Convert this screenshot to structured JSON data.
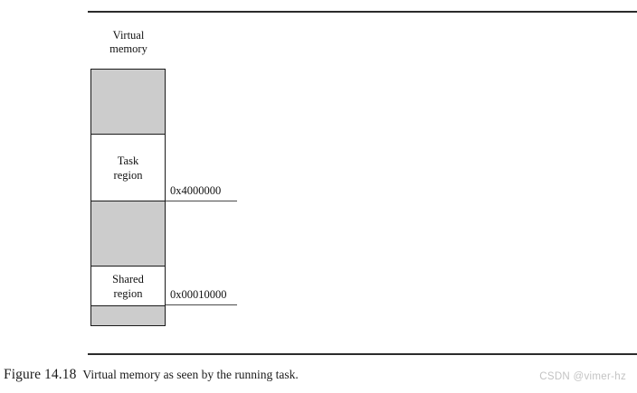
{
  "figure": {
    "heading_line1": "Virtual",
    "heading_line2": "memory",
    "caption_number": "Figure 14.18",
    "caption_text": "Virtual memory as seen by the running task.",
    "watermark": "CSDN @vimer-hz",
    "colors": {
      "segment_fill": "#cccccc",
      "segment_empty": "#ffffff",
      "border": "#1a1a1a",
      "rule": "#2b2b2b",
      "leader": "#4a4a4a",
      "watermark": "#c3c3c3"
    },
    "segments": [
      {
        "label_line1": "",
        "label_line2": "",
        "fill": "gray"
      },
      {
        "label_line1": "Task",
        "label_line2": "region",
        "fill": "white"
      },
      {
        "label_line1": "",
        "label_line2": "",
        "fill": "gray"
      },
      {
        "label_line1": "Shared",
        "label_line2": "region",
        "fill": "white"
      },
      {
        "label_line1": "",
        "label_line2": "",
        "fill": "gray"
      }
    ],
    "addresses": [
      {
        "value": "0x4000000"
      },
      {
        "value": "0x00010000"
      }
    ]
  }
}
